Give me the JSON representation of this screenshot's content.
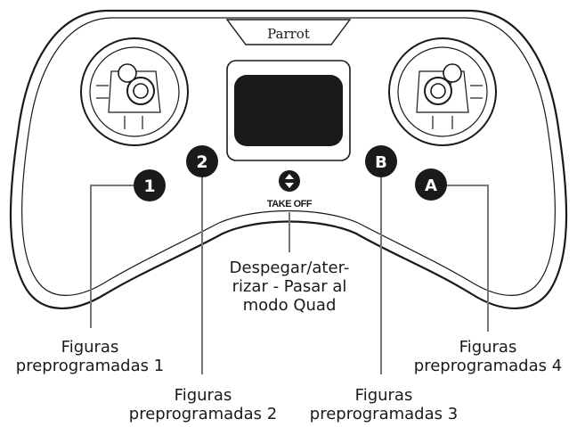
{
  "brand": "Parrot",
  "takeoff_label": "TAKE OFF",
  "buttons": {
    "b1": "1",
    "b2": "2",
    "bB": "B",
    "bA": "A"
  },
  "labels": {
    "center": [
      "Despegar/ater-",
      "rizar - Pasar al",
      "modo Quad"
    ],
    "fig1": [
      "Figuras",
      "preprogramadas 1"
    ],
    "fig2": [
      "Figuras",
      "preprogramadas 2"
    ],
    "fig3": [
      "Figuras",
      "preprogramadas 3"
    ],
    "fig4": [
      "Figuras",
      "preprogramadas 4"
    ]
  }
}
